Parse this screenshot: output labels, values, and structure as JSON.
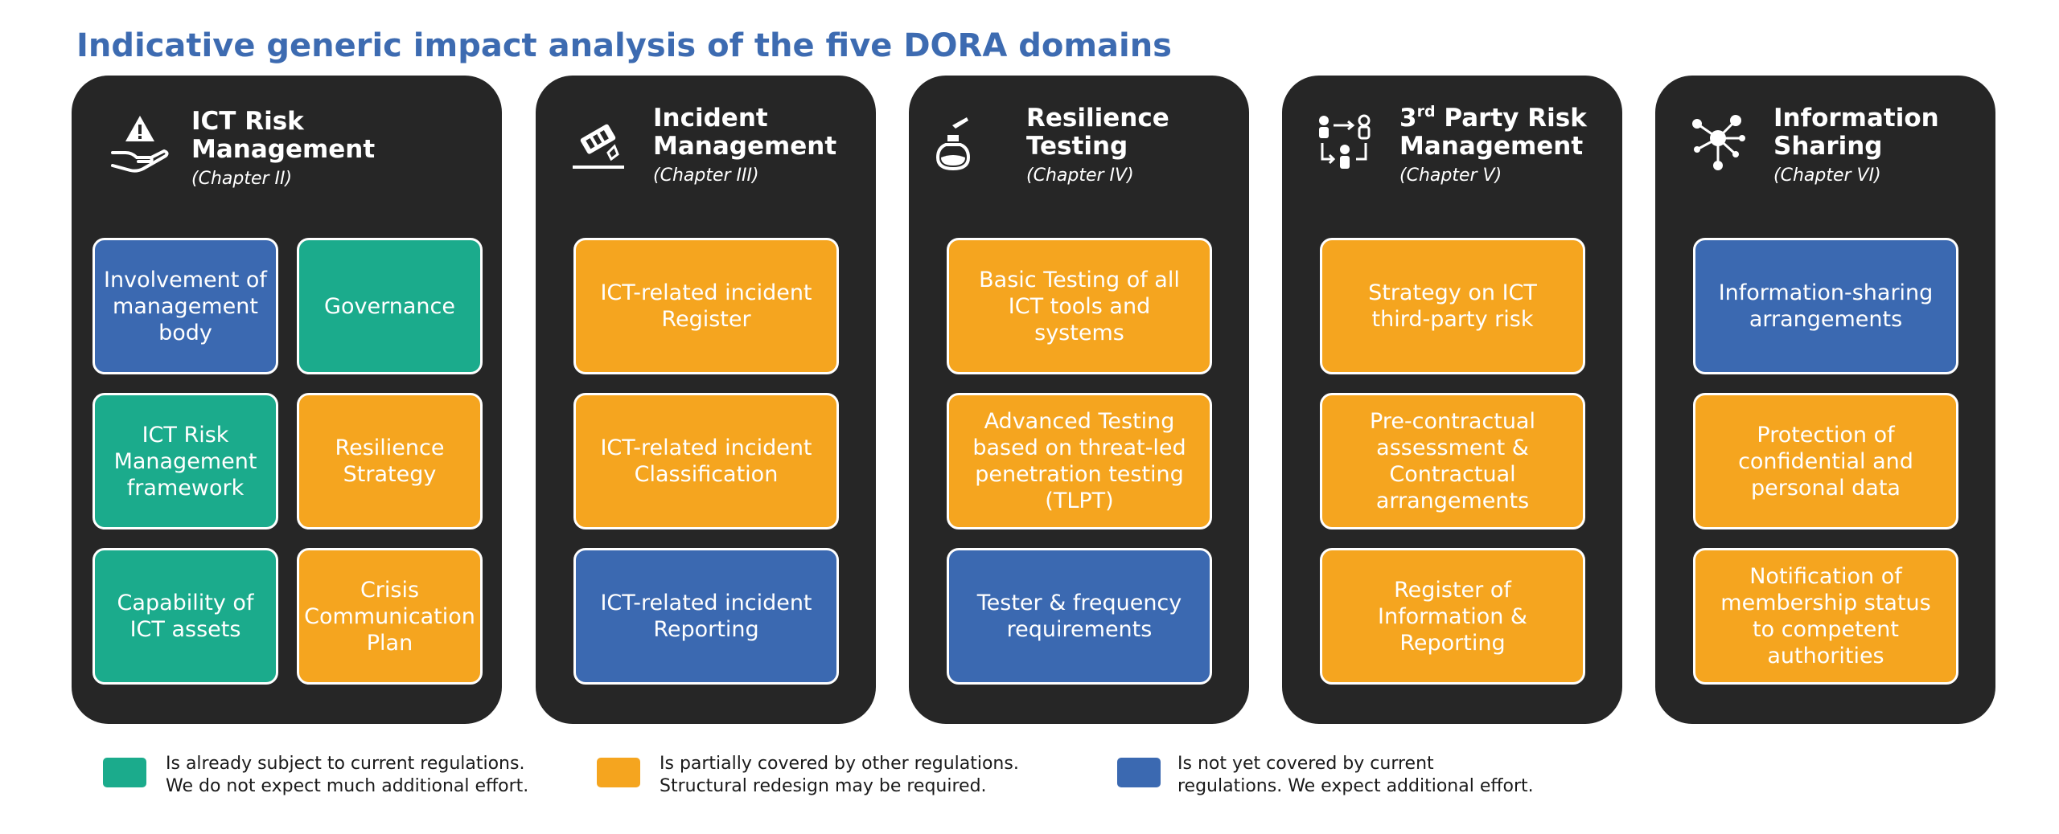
{
  "title": "Indicative generic impact analysis of the five DORA domains",
  "colors": {
    "title": "#3d6bb1",
    "panel": "#262626",
    "green": "#1bab8c",
    "orange": "#f5a51f",
    "blue": "#3b69b1"
  },
  "domains": [
    {
      "icon": "hand-warning-icon",
      "title": "ICT Risk\nManagement",
      "chapter": "(Chapter II)",
      "tiles": [
        {
          "label": "Involvement of\nmanagement\nbody",
          "status": "blue"
        },
        {
          "label": "Governance",
          "status": "green"
        },
        {
          "label": "ICT Risk\nManagement\nframework",
          "status": "green"
        },
        {
          "label": "Resilience\nStrategy",
          "status": "orange"
        },
        {
          "label": "Capability of\nICT assets",
          "status": "green"
        },
        {
          "label": "Crisis\nCommunication\nPlan",
          "status": "orange"
        }
      ]
    },
    {
      "icon": "incident-tools-icon",
      "title": "Incident\nManagement",
      "chapter": "(Chapter III)",
      "tiles": [
        {
          "label": "ICT-related incident\nRegister",
          "status": "orange"
        },
        {
          "label": "ICT-related incident\nClassification",
          "status": "orange"
        },
        {
          "label": "ICT-related incident\nReporting",
          "status": "blue"
        }
      ]
    },
    {
      "icon": "test-flask-icon",
      "title": "Resilience\nTesting",
      "chapter": "(Chapter IV)",
      "tiles": [
        {
          "label": "Basic Testing of all\nICT tools and\nsystems",
          "status": "orange"
        },
        {
          "label": "Advanced Testing\nbased on threat-led\npenetration testing\n(TLPT)",
          "status": "orange"
        },
        {
          "label": "Tester & frequency\nrequirements",
          "status": "blue"
        }
      ]
    },
    {
      "icon": "third-party-exchange-icon",
      "title_main": "3",
      "title_sup": "rd",
      "title_rest": " Party Risk\nManagement",
      "chapter": "(Chapter V)",
      "tiles": [
        {
          "label": "Strategy on ICT\nthird-party risk",
          "status": "orange"
        },
        {
          "label": "Pre-contractual\nassessment &\nContractual\narrangements",
          "status": "orange"
        },
        {
          "label": "Register of\nInformation &\nReporting",
          "status": "orange"
        }
      ]
    },
    {
      "icon": "network-share-icon",
      "title": "Information\nSharing",
      "chapter": "(Chapter VI)",
      "tiles": [
        {
          "label": "Information-sharing\narrangements",
          "status": "blue"
        },
        {
          "label": "Protection of\nconfidential and\npersonal data",
          "status": "orange"
        },
        {
          "label": "Notification of\nmembership status\nto competent\nauthorities",
          "status": "orange"
        }
      ]
    }
  ],
  "legend": [
    {
      "status": "green",
      "text": "Is already subject to current regulations.\nWe do not expect much additional effort."
    },
    {
      "status": "orange",
      "text": "Is partially covered by other regulations.\nStructural redesign may be required."
    },
    {
      "status": "blue",
      "text": "Is not yet covered by current\nregulations. We expect additional effort."
    }
  ]
}
